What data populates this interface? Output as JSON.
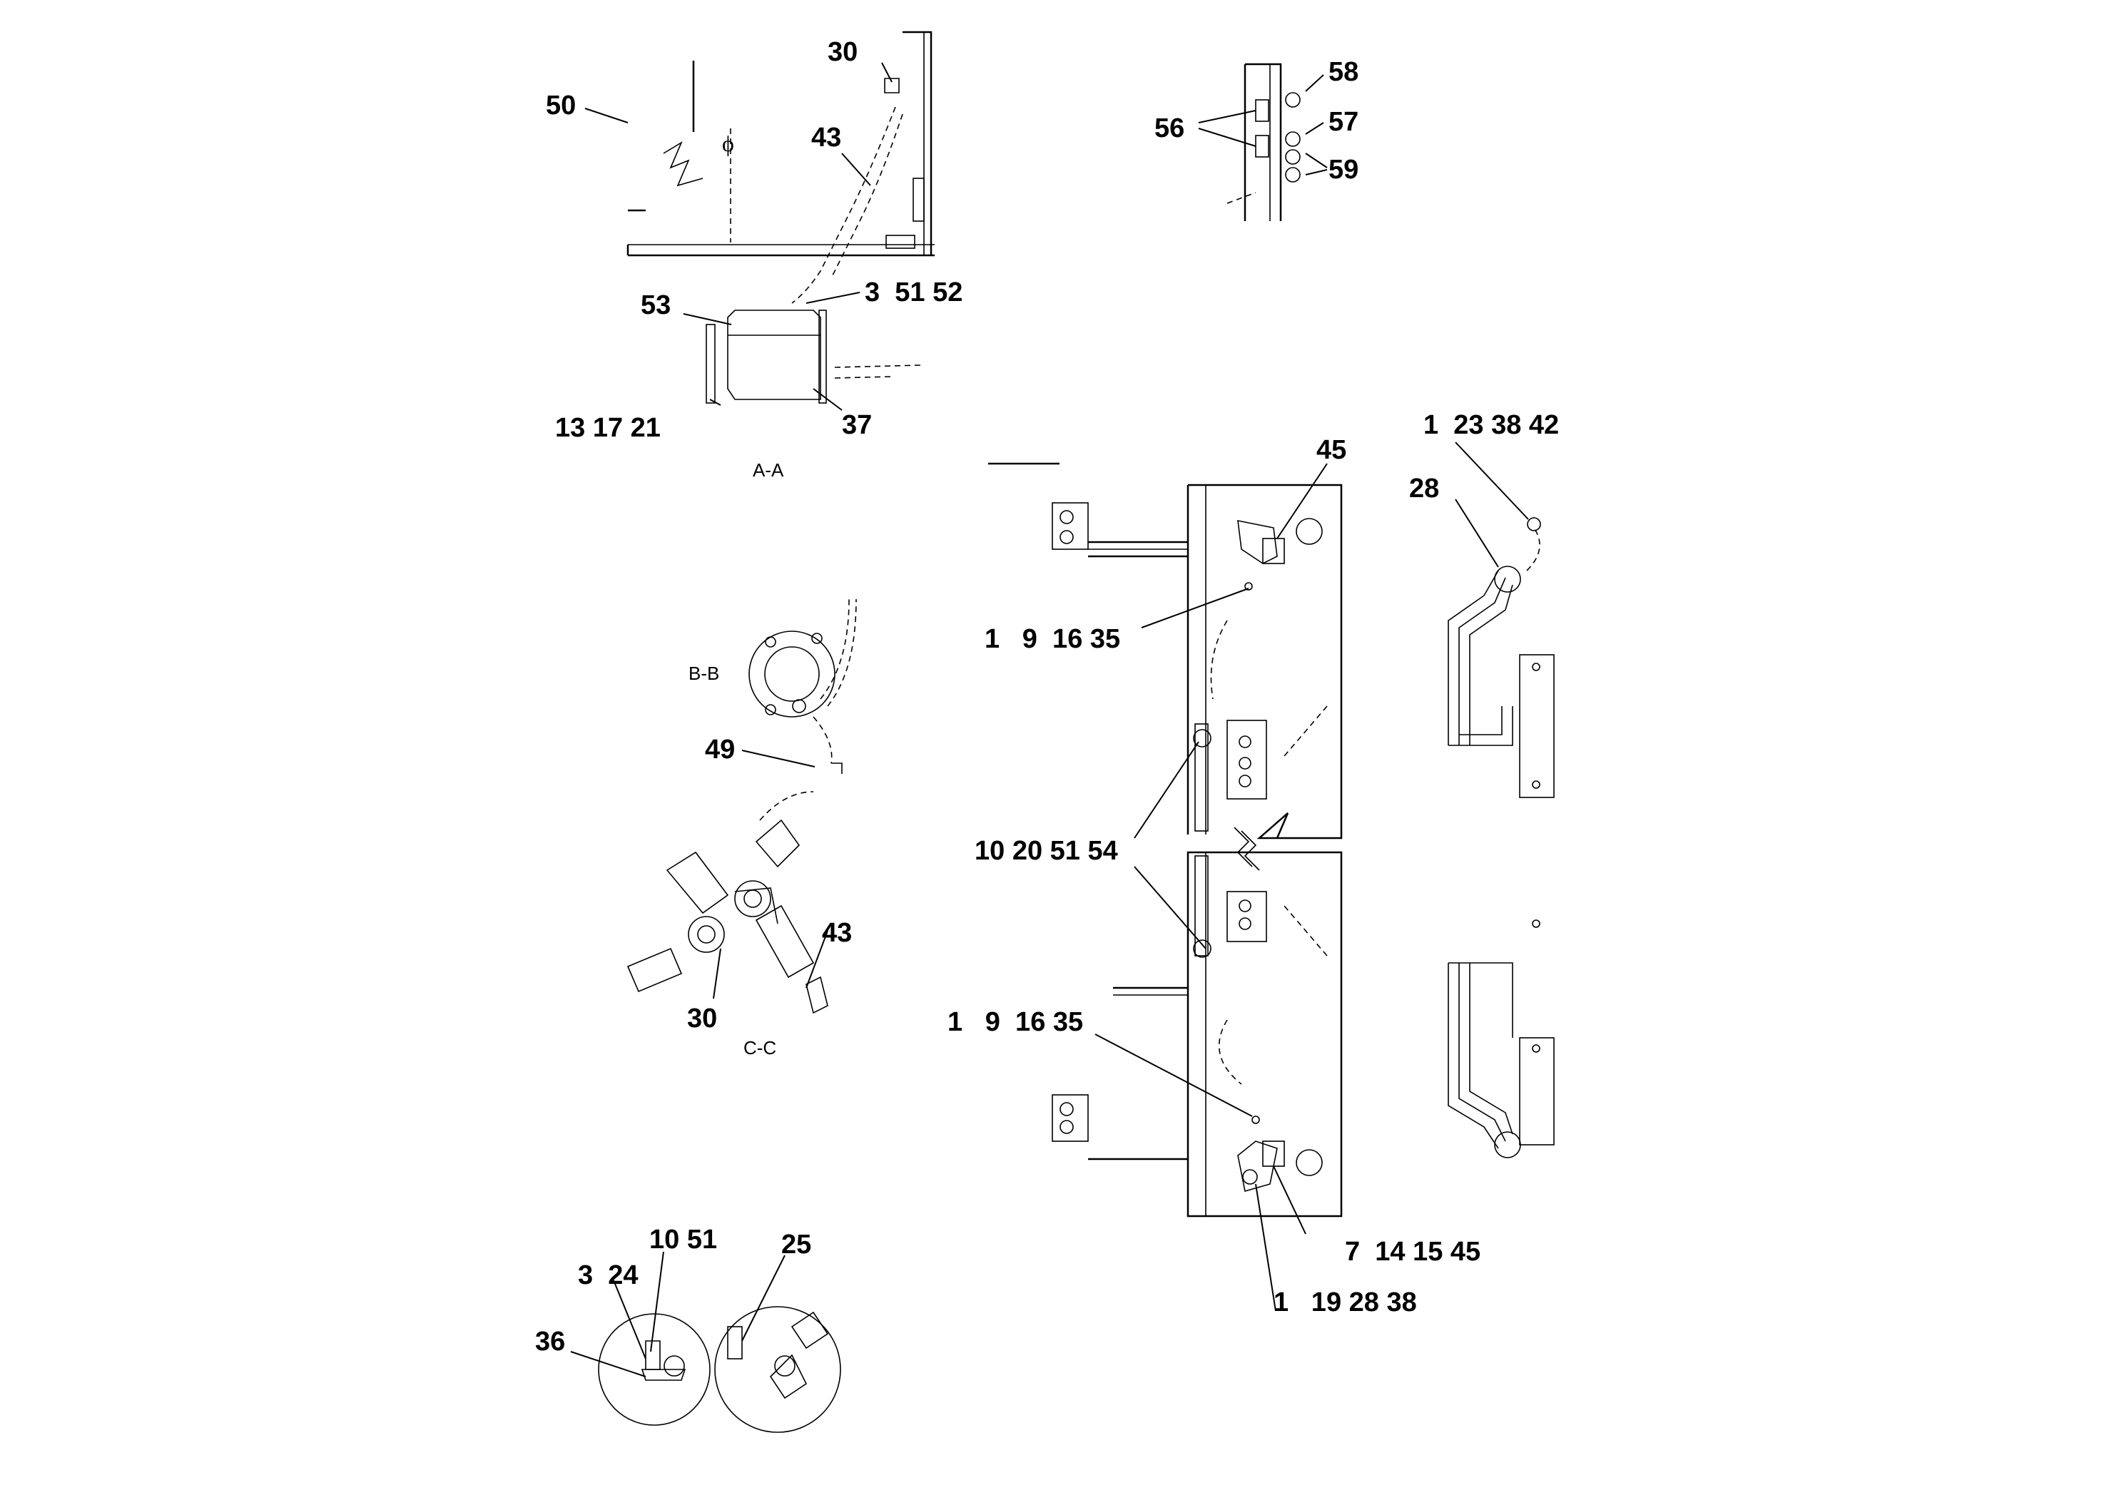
{
  "sections": {
    "aa": "A-A",
    "bb": "B-B",
    "cc": "C-C"
  },
  "callouts": {
    "aa_50": "50",
    "aa_30": "30",
    "aa_43": "43",
    "aa_53": "53",
    "aa_3_51_52": "3  51 52",
    "aa_13_17_21": "13 17 21",
    "aa_37": "37",
    "top_58": "58",
    "top_56": "56",
    "top_57": "57",
    "top_59": "59",
    "main_45": "45",
    "main_1_9_16_35_top": "1   9  16 35",
    "main_10_20_51_54": "10 20 51 54",
    "main_1_9_16_35_bottom": "1   9  16 35",
    "main_7_14_15_45": "7  14 15 45",
    "main_1_19_28_38": "1   19 28 38",
    "right_1_23_38_42": "1  23 38 42",
    "right_28": "28",
    "bb_49": "49",
    "cc_43": "43",
    "cc_30": "30",
    "det_10_51": "10 51",
    "det_25": "25",
    "det_3_24": "3  24",
    "det_36": "36"
  }
}
